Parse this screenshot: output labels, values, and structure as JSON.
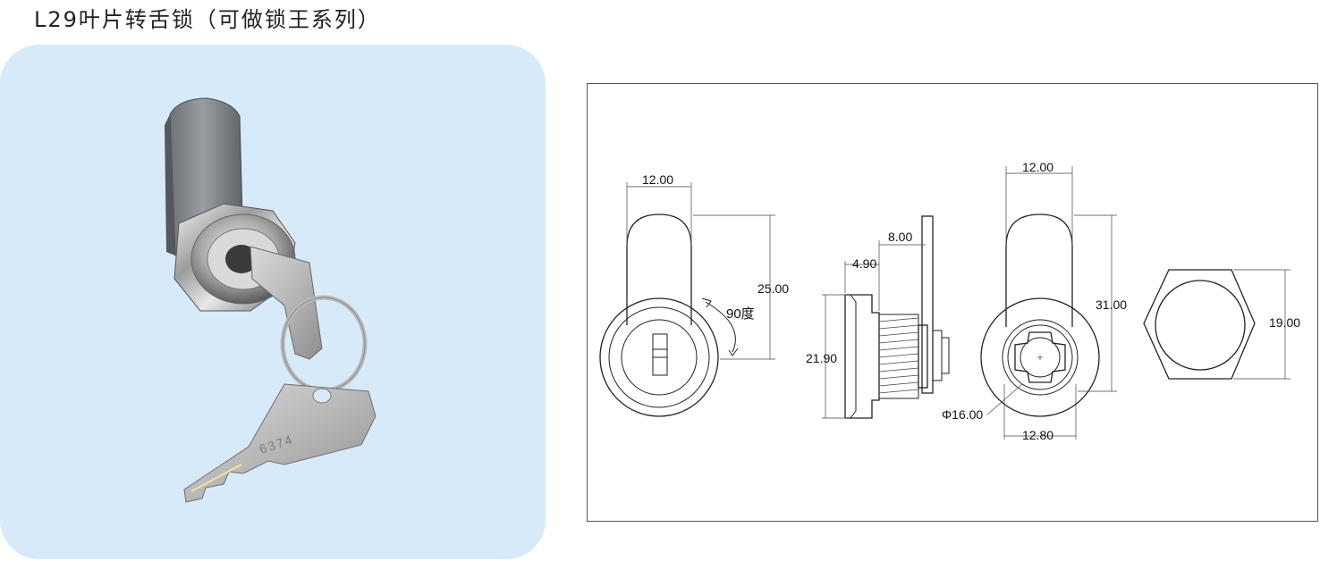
{
  "title": "L29叶片转舌锁（可做锁王系列）",
  "photo": {
    "key_engraving": "6374"
  },
  "drawing": {
    "front_width": "12.00",
    "rotation_label": "90度",
    "front_height": "25.00",
    "side_offset_a": "8.00",
    "side_offset_b": "4.90",
    "side_height": "21.90",
    "rear_width": "12.00",
    "rear_height": "31.00",
    "rear_diameter": "Φ16.00",
    "rear_inner_width": "12.80",
    "nut_height": "19.00"
  },
  "colors": {
    "panel_bg": "#d6eafa",
    "frame_stroke": "#555555"
  }
}
